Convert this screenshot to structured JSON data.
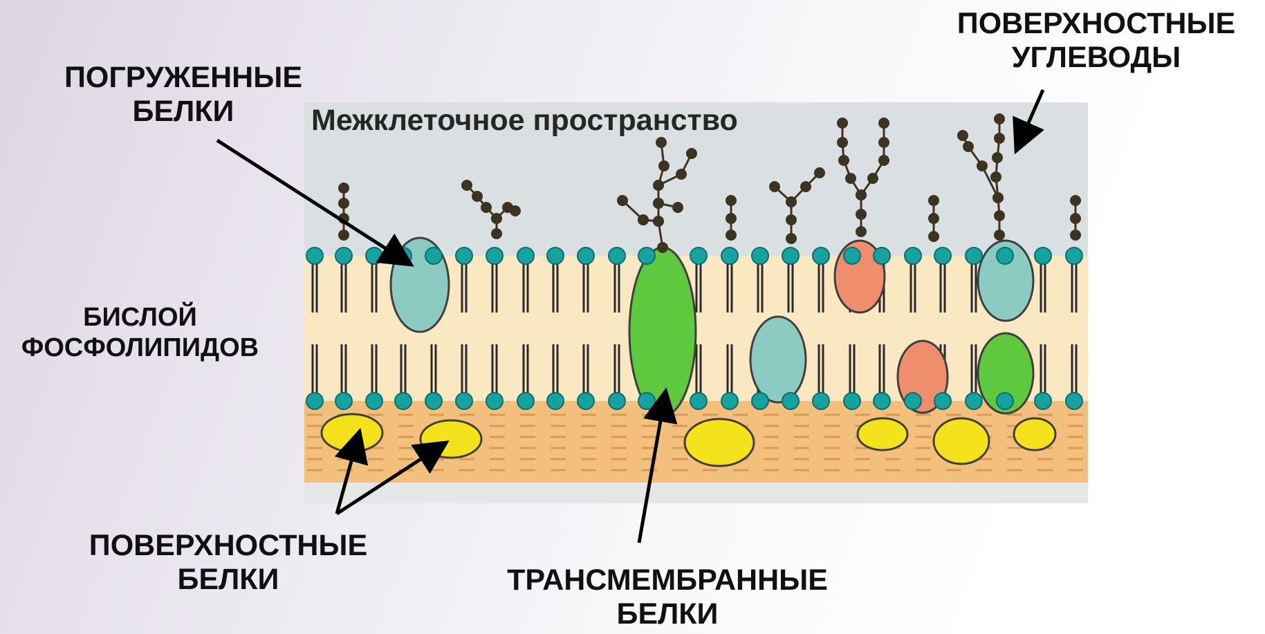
{
  "labels": {
    "submerged_proteins": [
      "ПОГРУЖЕННЫЕ",
      "БЕЛКИ"
    ],
    "surface_carbohydrates": [
      "ПОВЕРХНОСТНЫЕ",
      "УГЛЕВОДЫ"
    ],
    "intercellular_space": "Межклеточное пространство",
    "phospholipid_bilayer": [
      "БИСЛОЙ",
      "ФОСФОЛИПИДОВ"
    ],
    "surface_proteins": [
      "ПОВЕРХНОСТНЫЕ",
      "БЕЛКИ"
    ],
    "transmembrane_proteins": [
      "ТРАНСМЕМБРАННЫЕ",
      "БЕЛКИ"
    ]
  },
  "colors": {
    "background": "#ece8f0",
    "extracellular": "#dadfe2",
    "bilayer": "#fae8c2",
    "cytoplasm": "#f2c07c",
    "lipid_head": "#16a3a0",
    "teal_protein": "#8ccbc2",
    "green_protein": "#5ec83e",
    "salmon_protein": "#ef8e6c",
    "yellow_protein": "#f4e21c",
    "carbohydrate": "#3d3322"
  }
}
